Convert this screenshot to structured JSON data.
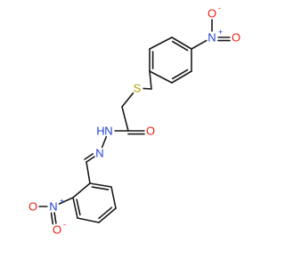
{
  "molecule": {
    "colors": {
      "bond": "#1a1a1a",
      "carbon": "#1a1a1a",
      "nitrogen": "#1f3fd6",
      "oxygen": "#e8210c",
      "sulfur": "#b8a000"
    },
    "atoms": {
      "n_nitro_top": {
        "element": "N",
        "text": "N",
        "charge": "+"
      },
      "o_top_right": {
        "element": "O",
        "text": "O"
      },
      "o_top_left": {
        "element": "O",
        "text": "O",
        "charge": "-"
      },
      "s_thioether": {
        "element": "S",
        "text": "S"
      },
      "o_carbonyl": {
        "element": "O",
        "text": "O"
      },
      "nh_amide": {
        "element": "N",
        "text": "H",
        "prefix": "H"
      },
      "n_imine": {
        "element": "N",
        "text": "N"
      },
      "n_nitro_bottom": {
        "element": "N",
        "text": "N",
        "charge": "+"
      },
      "o_bottom_left": {
        "element": "O",
        "text": "O"
      },
      "o_bottom_right": {
        "element": "O",
        "text": "O",
        "charge": "-"
      }
    }
  }
}
